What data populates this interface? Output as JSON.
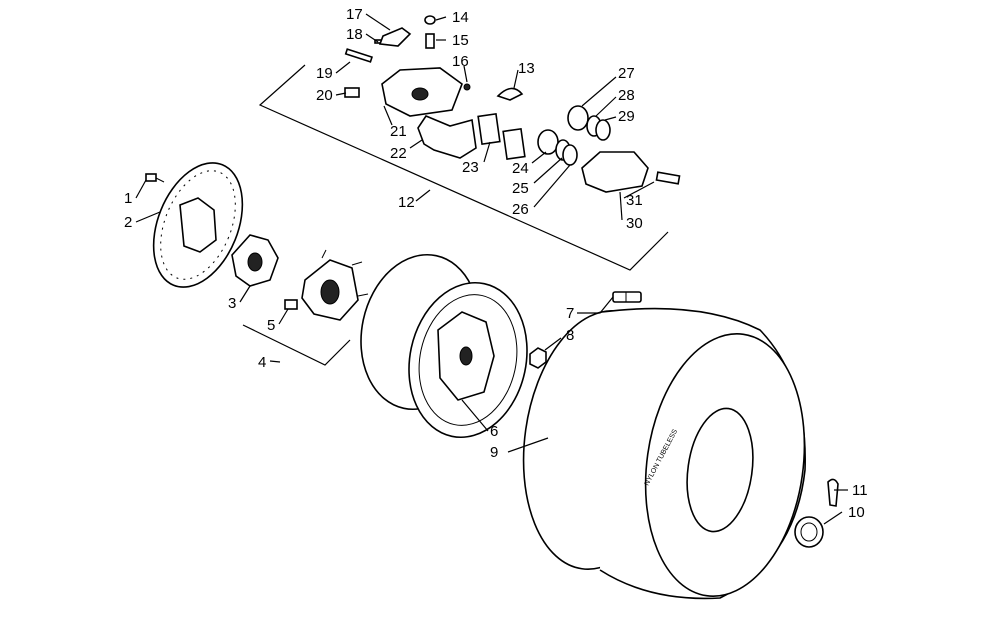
{
  "diagram": {
    "callouts": [
      {
        "id": "c1",
        "text": "1"
      },
      {
        "id": "c2",
        "text": "2"
      },
      {
        "id": "c3",
        "text": "3"
      },
      {
        "id": "c4",
        "text": "4"
      },
      {
        "id": "c5",
        "text": "5"
      },
      {
        "id": "c6",
        "text": "6"
      },
      {
        "id": "c7",
        "text": "7"
      },
      {
        "id": "c8",
        "text": "8"
      },
      {
        "id": "c9",
        "text": "9"
      },
      {
        "id": "c10",
        "text": "10"
      },
      {
        "id": "c11",
        "text": "11"
      },
      {
        "id": "c12",
        "text": "12"
      },
      {
        "id": "c13",
        "text": "13"
      },
      {
        "id": "c14",
        "text": "14"
      },
      {
        "id": "c15",
        "text": "15"
      },
      {
        "id": "c16",
        "text": "16"
      },
      {
        "id": "c17",
        "text": "17"
      },
      {
        "id": "c18",
        "text": "18"
      },
      {
        "id": "c19",
        "text": "19"
      },
      {
        "id": "c20",
        "text": "20"
      },
      {
        "id": "c21",
        "text": "21"
      },
      {
        "id": "c22",
        "text": "22"
      },
      {
        "id": "c23",
        "text": "23"
      },
      {
        "id": "c24",
        "text": "24"
      },
      {
        "id": "c25",
        "text": "25"
      },
      {
        "id": "c26",
        "text": "26"
      },
      {
        "id": "c27",
        "text": "27"
      },
      {
        "id": "c28",
        "text": "28"
      },
      {
        "id": "c29",
        "text": "29"
      },
      {
        "id": "c30",
        "text": "30"
      },
      {
        "id": "c31",
        "text": "31"
      }
    ],
    "tire_sidewall_text": "NYLON TUBELESS"
  }
}
